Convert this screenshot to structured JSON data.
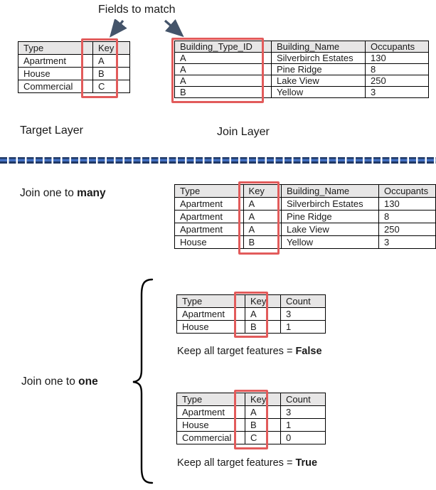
{
  "title": "Fields to match",
  "colors": {
    "key_highlight_red": "#e25b5b",
    "arrow_navy": "#44546a",
    "divider_blue": "#4472c4",
    "divider_dark_blue": "#203864",
    "table_header_gray": "#e7e6e6",
    "table_border": "#000000"
  },
  "target_layer": {
    "label": "Target Layer",
    "table": {
      "headers": [
        "Type",
        "Key"
      ],
      "rows": [
        [
          "Apartment",
          "A"
        ],
        [
          "House",
          "B"
        ],
        [
          "Commercial",
          "C"
        ]
      ]
    }
  },
  "join_layer": {
    "label": "Join Layer",
    "table": {
      "headers": [
        "Building_Type_ID",
        "Building_Name",
        "Occupants"
      ],
      "rows": [
        [
          "A",
          "Silverbirch Estates",
          "130"
        ],
        [
          "A",
          "Pine Ridge",
          "8"
        ],
        [
          "A",
          "Lake View",
          "250"
        ],
        [
          "B",
          "Yellow",
          "3"
        ]
      ]
    }
  },
  "join_one_to_many": {
    "label_prefix": "Join one to ",
    "label_bold": "many",
    "table": {
      "headers": [
        "Type",
        "Key",
        "Building_Name",
        "Occupants"
      ],
      "rows": [
        [
          "Apartment",
          "A",
          "Silverbirch Estates",
          "130"
        ],
        [
          "Apartment",
          "A",
          "Pine Ridge",
          "8"
        ],
        [
          "Apartment",
          "A",
          "Lake View",
          "250"
        ],
        [
          "House",
          "B",
          "Yellow",
          "3"
        ]
      ]
    }
  },
  "join_one_to_one": {
    "label_prefix": "Join one to ",
    "label_bold": "one",
    "false_case": {
      "caption_prefix": "Keep all target features = ",
      "caption_bold": "False",
      "table": {
        "headers": [
          "Type",
          "Key",
          "Count"
        ],
        "rows": [
          [
            "Apartment",
            "A",
            "3"
          ],
          [
            "House",
            "B",
            "1"
          ]
        ]
      }
    },
    "true_case": {
      "caption_prefix": "Keep all target features = ",
      "caption_bold": "True",
      "table": {
        "headers": [
          "Type",
          "Key",
          "Count"
        ],
        "rows": [
          [
            "Apartment",
            "A",
            "3"
          ],
          [
            "House",
            "B",
            "1"
          ],
          [
            "Commercial",
            "C",
            "0"
          ]
        ]
      }
    }
  }
}
